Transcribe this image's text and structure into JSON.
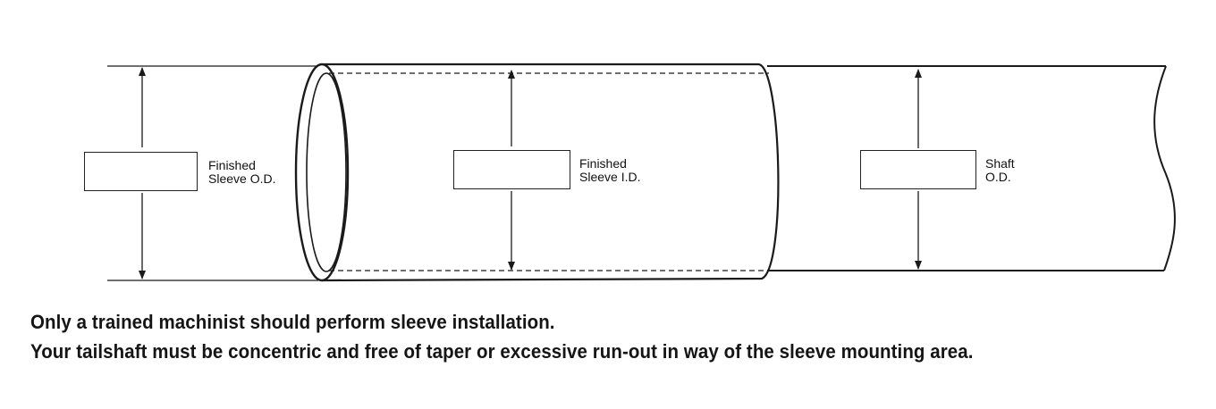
{
  "labels": {
    "sleeve_od": [
      "Finished",
      "Sleeve O.D."
    ],
    "sleeve_id": [
      "Finished",
      "Sleeve I.D."
    ],
    "shaft_od": [
      "Shaft",
      "O.D."
    ]
  },
  "caption": {
    "line1": "Only a trained machinist should perform sleeve installation.",
    "line2": "Your tailshaft must be concentric and free of taper or excessive run-out in way of the sleeve mounting area."
  },
  "colors": {
    "line": "#1a1a1a",
    "text": "#151515",
    "background": "#ffffff"
  }
}
